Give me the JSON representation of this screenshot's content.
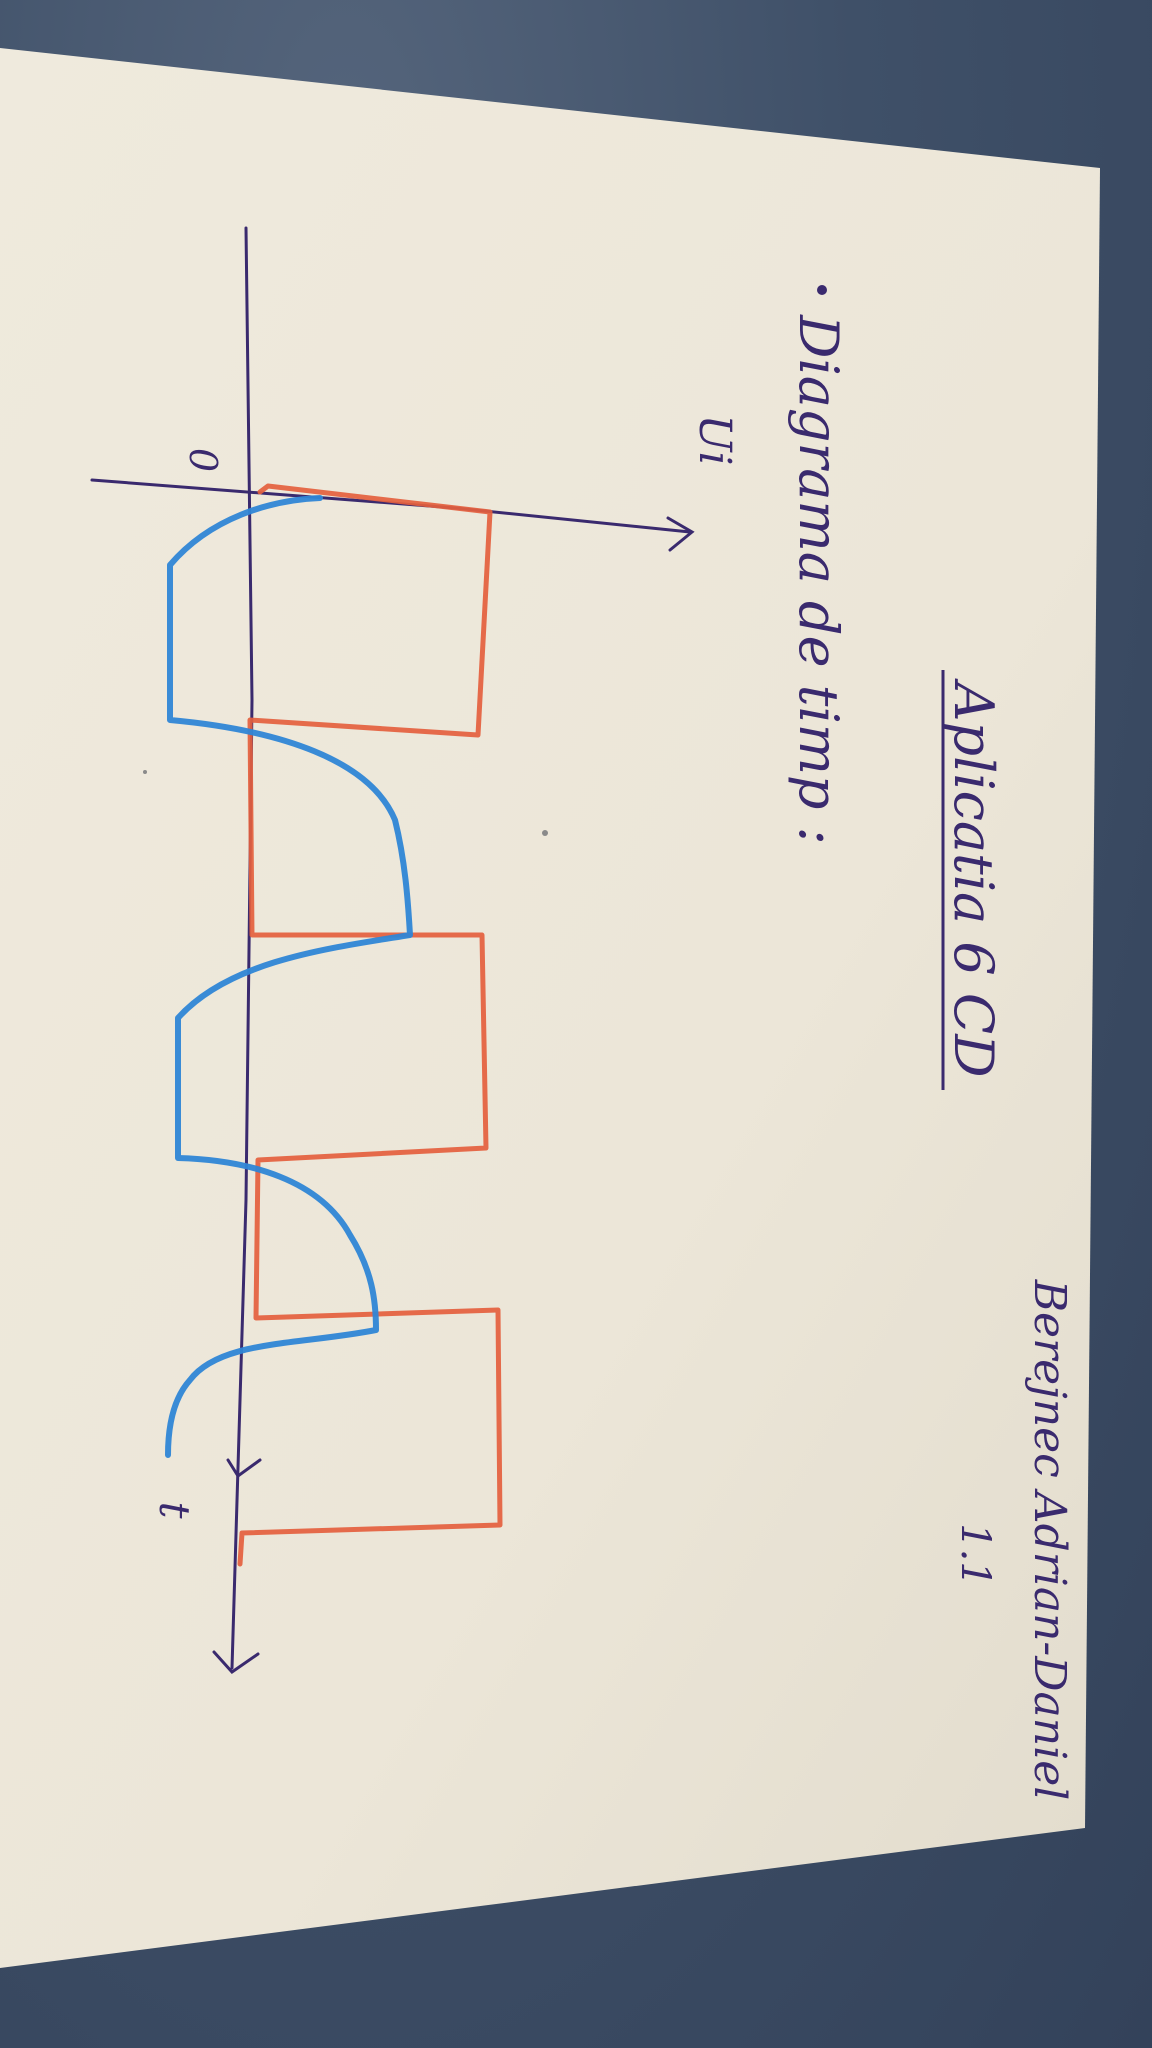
{
  "note": {
    "title": "Aplicatia 6 CD",
    "author": "Berejnec Adrian-Daniel",
    "group": "1.1",
    "heading": "Diagrama de timp :"
  },
  "diagram": {
    "axis_y_label": "Ui",
    "origin_label": "0",
    "axis_t_label": "t"
  },
  "colors": {
    "paper": "#eee9dc",
    "ink": "#3a2a6e",
    "square_wave": "#e4603e",
    "response_wave": "#2f86d6",
    "background": "#3f5068"
  }
}
